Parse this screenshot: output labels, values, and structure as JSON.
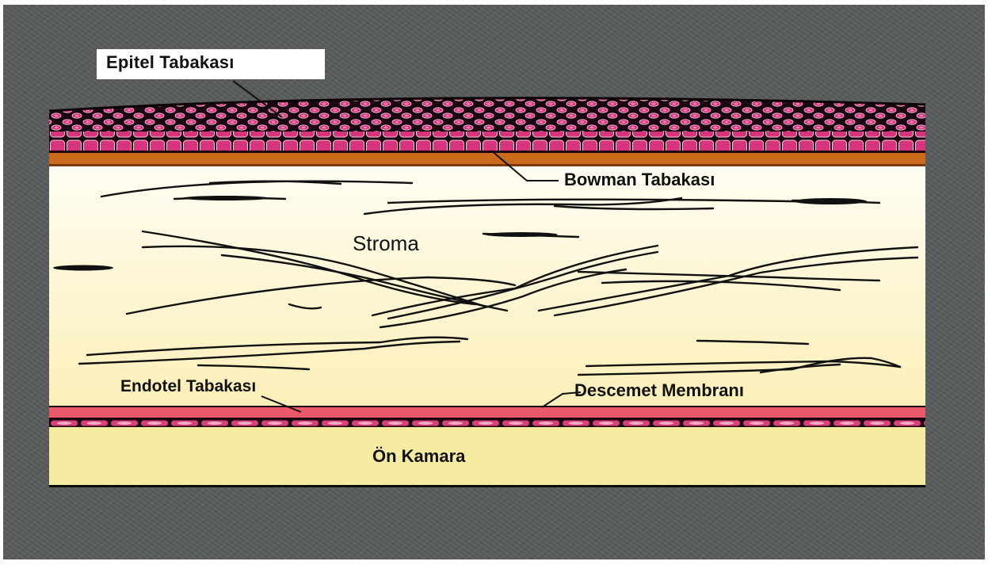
{
  "labels": {
    "epitel": "Epitel Tabakası",
    "bowman": "Bowman Tabakası",
    "stroma": "Stroma",
    "endotel": "Endotel Tabakası",
    "descemet": "Descemet Membranı",
    "on_kamara": "Ön Kamara"
  },
  "colors": {
    "background": "#595c5c",
    "epithelium_cell": "#d6347d",
    "bowman_layer": "#cc6a1c",
    "stroma": "#fdf6d2",
    "descemet_layer": "#ec5a6a",
    "anterior_chamber": "#f5eca2"
  }
}
